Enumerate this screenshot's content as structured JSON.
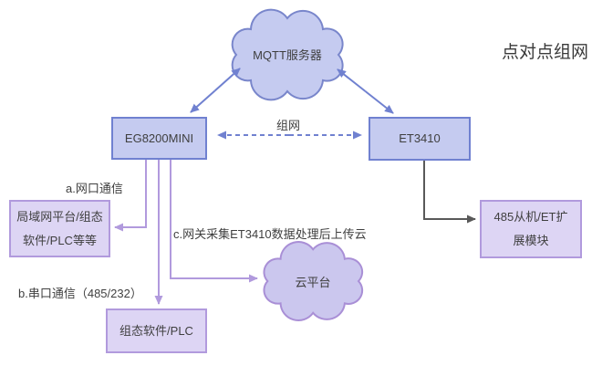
{
  "title": "点对点组网",
  "colors": {
    "blue_node_fill": "#c5cbf0",
    "blue_node_border": "#7081d0",
    "blue_arrow": "#7081d0",
    "blue_cloud_border": "#7986cb",
    "purple_node_fill": "#ddd5f4",
    "purple_node_border": "#b19add",
    "purple_arrow": "#b19add",
    "purple_cloud_fill": "#cbc7ee",
    "purple_cloud_border": "#a98fd6",
    "gray_arrow": "#595959",
    "text": "#3f3f3f"
  },
  "nodes": {
    "mqtt_cloud": {
      "label": "MQTT服务器"
    },
    "gateway": {
      "label": "EG8200MINI"
    },
    "et3410": {
      "label": "ET3410"
    },
    "lan_platform": {
      "label": "局域网平台/组态\n软件/PLC等等"
    },
    "slave_module": {
      "label": "485从机/ET扩\n展模块"
    },
    "scada": {
      "label": "组态软件/PLC"
    },
    "cloud_platform": {
      "label": "云平台"
    }
  },
  "labels": {
    "mesh": "组网",
    "a": "a.网口通信",
    "b": "b.串口通信（485/232）",
    "c": "c.网关采集ET3410数据处理后上传云"
  }
}
